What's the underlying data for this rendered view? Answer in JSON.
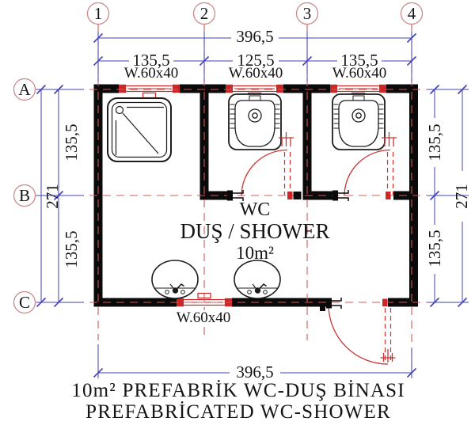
{
  "dwg": {
    "grid_cols": [
      {
        "label": "1"
      },
      {
        "label": "2"
      },
      {
        "label": "3"
      },
      {
        "label": "4"
      }
    ],
    "grid_rows": [
      {
        "label": "A"
      },
      {
        "label": "B"
      },
      {
        "label": "C"
      }
    ],
    "dims": {
      "top_total": "396,5",
      "top_seg_1": "135,5",
      "top_seg_2": "125,5",
      "top_seg_3": "135,5",
      "left_upper": "135,5",
      "left_lower": "135,5",
      "left_total": "271",
      "right_upper": "135,5",
      "right_lower": "135,5",
      "right_total": "271",
      "bottom_total": "396,5"
    },
    "window_label": "W.60x40",
    "room": {
      "name": "WC",
      "subtitle": "DUŞ / SHOWER",
      "area": "10m²"
    },
    "title": {
      "line1": "10m² PREFABRİK WC-DUŞ BİNASI",
      "line2": "PREFABRİCATED WC-SHOWER"
    },
    "colors": {
      "wall": "#0a0a0a",
      "dimension_blue": "#4040bb",
      "gridline_red": "#d05858",
      "accent_red": "#cc2626",
      "title_gray": "#8c8c8c"
    }
  }
}
